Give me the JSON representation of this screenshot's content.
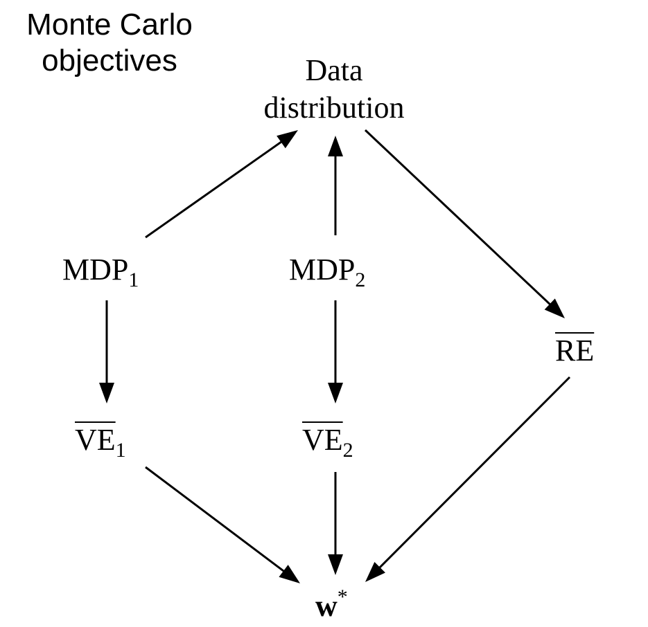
{
  "title": {
    "line1": "Monte Carlo",
    "line2": "objectives"
  },
  "nodes": {
    "data_distribution": {
      "line1": "Data",
      "line2": "distribution"
    },
    "mdp1": {
      "base": "MDP",
      "sub": "1"
    },
    "mdp2": {
      "base": "MDP",
      "sub": "2"
    },
    "re": {
      "base": "RE"
    },
    "ve1": {
      "base": "VE",
      "sub": "1"
    },
    "ve2": {
      "base": "VE",
      "sub": "2"
    },
    "w_star": {
      "base": "w",
      "sup": "*"
    }
  },
  "edges": [
    {
      "from": "MDP1",
      "to": "Data distribution"
    },
    {
      "from": "MDP2",
      "to": "Data distribution"
    },
    {
      "from": "Data distribution",
      "to": "RE"
    },
    {
      "from": "MDP1",
      "to": "VE1"
    },
    {
      "from": "MDP2",
      "to": "VE2"
    },
    {
      "from": "VE1",
      "to": "w*"
    },
    {
      "from": "VE2",
      "to": "w*"
    },
    {
      "from": "RE",
      "to": "w*"
    }
  ],
  "colors": {
    "stroke": "#000000",
    "background": "#ffffff"
  }
}
